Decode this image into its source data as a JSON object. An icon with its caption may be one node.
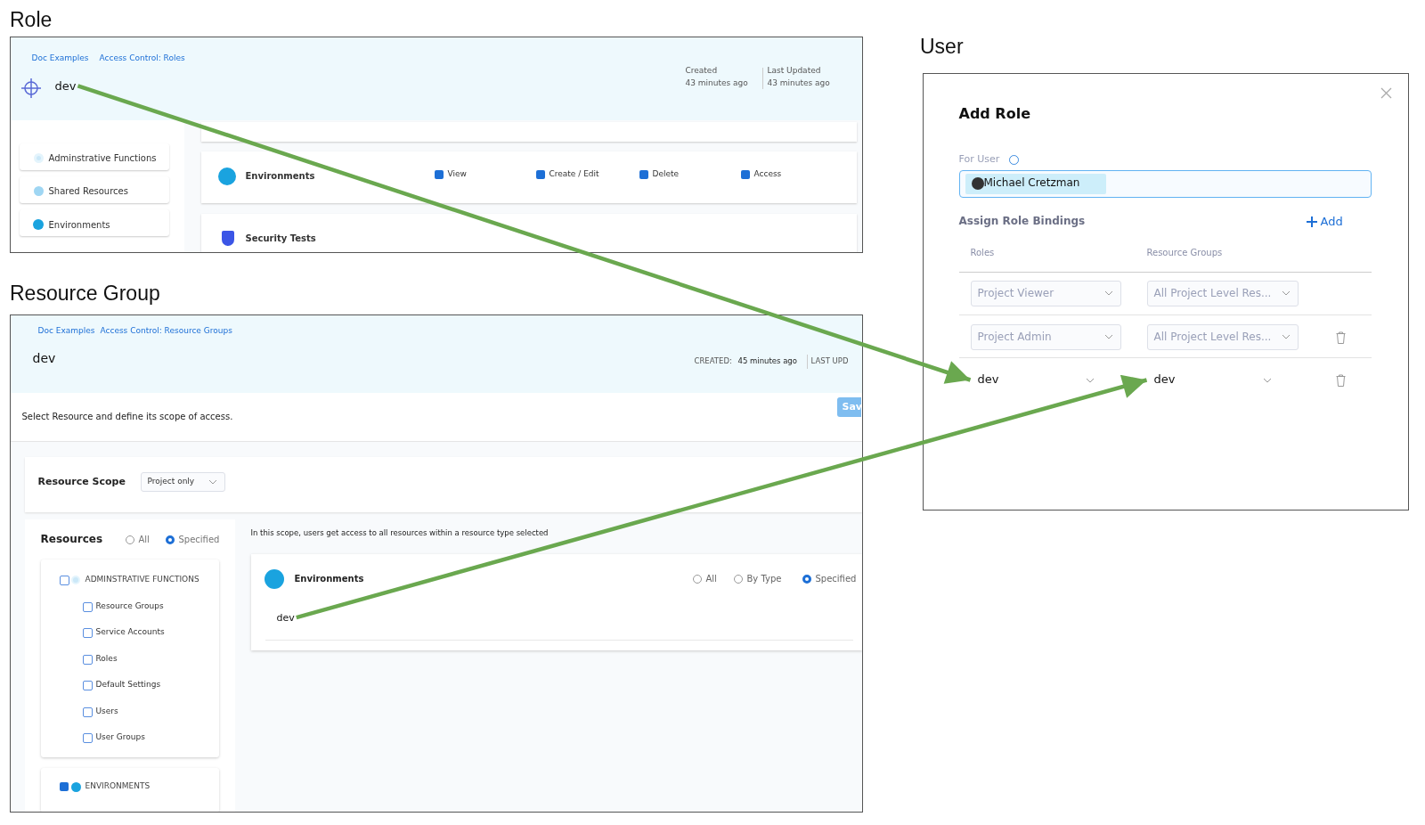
{
  "diagram": {
    "nodes": [
      {
        "text": [
          "Role"
        ]
      },
      {
        "text": [
          "dev"
        ],
        "in": 0
      },
      {
        "text": [
          "Resource Group"
        ]
      },
      {
        "text": [
          "dev"
        ],
        "in": 2
      },
      {
        "text": [
          "User"
        ]
      },
      {
        "text": [
          "dev"
        ],
        "in": 4
      },
      {
        "text": [
          "dev"
        ],
        "in": 4
      }
    ],
    "edges": [
      {
        "from": 1,
        "to": 5,
        "arrow": "to"
      },
      {
        "from": 3,
        "to": 6,
        "arrow": "to"
      }
    ],
    "labels": [
      "Doc Examples",
      "Access Control: Roles",
      "Created",
      "43 minutes ago",
      "Last Updated",
      "43 minutes ago",
      "Adminstrative Functions",
      "Shared Resources",
      "Environments",
      "Environments",
      "View",
      "Create / Edit",
      "Delete",
      "Access",
      "Security Tests",
      "Doc Examples",
      "Access Control: Resource Groups",
      "dev",
      "CREATED:",
      "45 minutes ago",
      "LAST UPD",
      "Select Resource and define its scope of access.",
      "Sav",
      "Resource Scope",
      "Project only",
      "Resources",
      "All",
      "Specified",
      "In this scope, users get access to all resources within a resource type selected",
      "ADMINSTRATIVE FUNCTIONS",
      "Environments",
      "All",
      "By Type",
      "Specified",
      "Resource Groups",
      "Service Accounts",
      "Roles",
      "Default Settings",
      "Users",
      "User Groups",
      "ENVIRONMENTS",
      "Add Role",
      "For User",
      "Michael Cretzman",
      "Assign Role Bindings",
      "Add",
      "Roles",
      "Resource Groups",
      "Project Viewer",
      "All Project Level Res...",
      "Project Admin",
      "All Project Level Res..."
    ]
  }
}
